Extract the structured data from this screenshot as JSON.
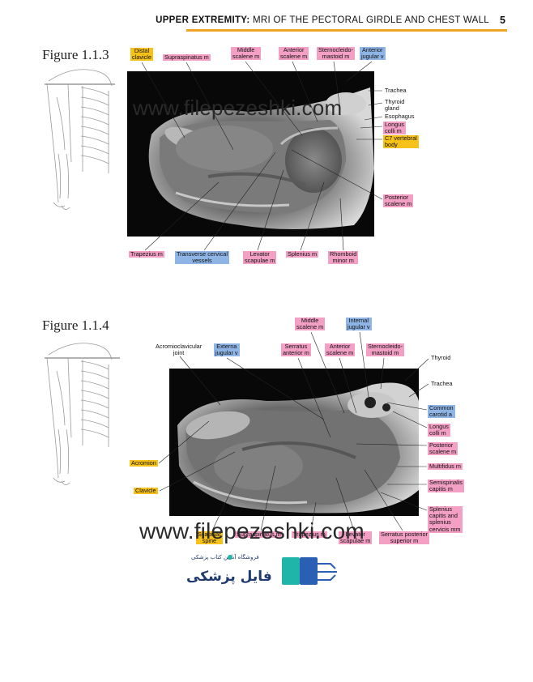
{
  "header": {
    "bold_part": "UPPER EXTREMITY:",
    "rest": " MRI OF THE PECTORAL GIRDLE AND CHEST WALL",
    "page_number": "5",
    "rule_color": "#f0a326"
  },
  "fig1": {
    "label": "Figure 1.1.3",
    "labels": {
      "distal_clavicle": "Distal\nclavicle",
      "supraspinatus": "Supraspinatus m",
      "middle_scalene": "Middle\nscalene m",
      "anterior_scalene": "Anterior\nscalene m",
      "sternocleido": "Sternocleido-\nmastoid m",
      "anterior_jugular": "Anterior\njugular v",
      "trachea": "Trachea",
      "thyroid": "Thyroid\ngland",
      "esophagus": "Esophagus",
      "longus_colli": "Longus\ncolli m",
      "c7": "C7 vertebral\nbody",
      "posterior_scalene": "Posterior\nscalene m",
      "trapezius": "Trapezius m",
      "transverse_cervical": "Transverse cervical\nvessels",
      "levator": "Levator\nscapulae m",
      "splenius": "Splenius m",
      "rhomboid": "Rhomboid\nminor m"
    }
  },
  "fig2": {
    "label": "Figure 1.1.4",
    "labels": {
      "acromioclavicular": "Acromioclavicular\njoint",
      "external_jugular": "Externa\njugular v",
      "middle_scalene": "Middle\nscalene m",
      "internal_jugular": "Internal\njugular v",
      "serratus_anterior": "Serratus\nanterior m",
      "anterior_scalene": "Anterior\nscalene m",
      "sternocleido": "Sternocleido-\nmastoid m",
      "thyroid": "Thyroid",
      "trachea": "Trachea",
      "common_carotid": "Common\ncarotid a",
      "longus_colli": "Longus\ncolli m",
      "posterior_scalene": "Posterior\nscalene m",
      "multifidus": "Multifidus m",
      "semispinalis": "Semispinalis\ncapitis m",
      "splenius": "Splenius\ncapitis and\nsplenius\ncervicis mm",
      "acromion": "Acromion",
      "clavicle": "Clavicle",
      "scapular_spine": "Scapular\nspine",
      "supraspinatus": "Supraspinatus m",
      "trapezius": "Trapezius m",
      "levator": "Levator\nscapulae m",
      "serratus_posterior": "Serratus posterior\nsuperior m"
    }
  },
  "watermark": "www.filepezeshki.com",
  "brand": {
    "main": "فایل پزشکی",
    "small": "فروشگاه آنلاین کتاب پزشکی"
  }
}
